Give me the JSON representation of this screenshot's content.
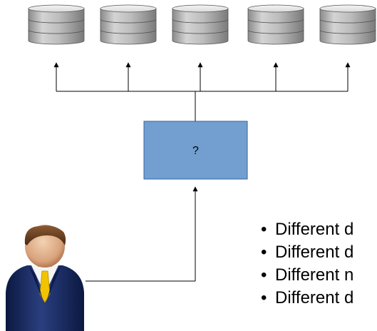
{
  "router_box": {
    "label": "?",
    "fill": "#729fcf",
    "stroke": "#3465a4"
  },
  "databases": [
    {
      "icon": "database-icon"
    },
    {
      "icon": "database-icon"
    },
    {
      "icon": "database-icon"
    },
    {
      "icon": "database-icon"
    },
    {
      "icon": "database-icon"
    }
  ],
  "user": {
    "icon": "businessman-icon"
  },
  "bullet_symbol": "•",
  "bullets": [
    "Different d",
    "Different d",
    "Different n",
    "Different d"
  ]
}
